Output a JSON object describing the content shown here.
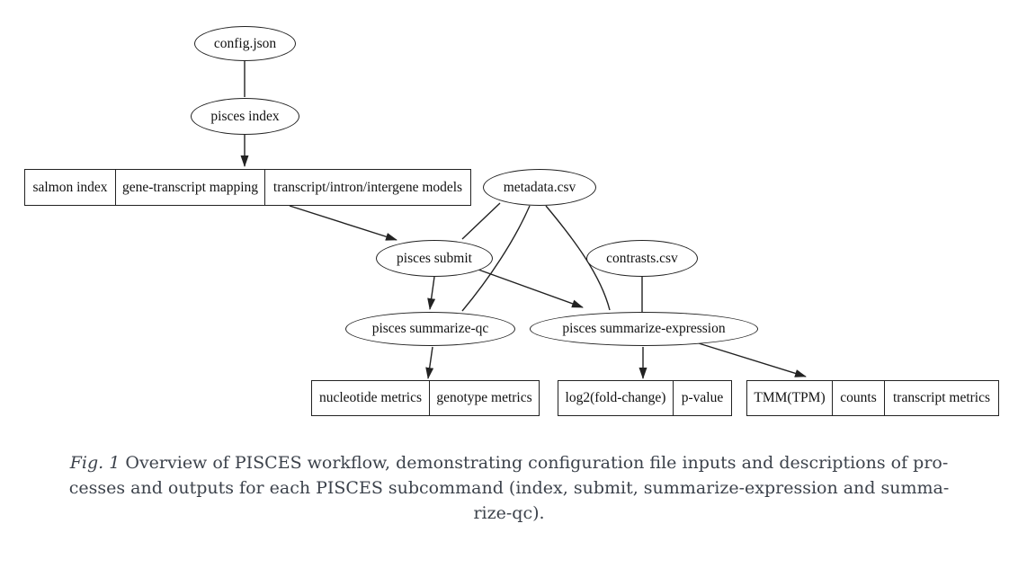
{
  "diagram": {
    "nodes": {
      "config_json": "config.json",
      "pisces_index": "pisces index",
      "metadata_csv": "metadata.csv",
      "pisces_submit": "pisces submit",
      "contrasts_csv": "contrasts.csv",
      "pisces_summarize_qc": "pisces summarize-qc",
      "pisces_summarize_expression": "pisces summarize-expression"
    },
    "records": {
      "index_outputs": [
        "salmon index",
        "gene-transcript mapping",
        "transcript/intron/intergene models"
      ],
      "qc_outputs": [
        "nucleotide metrics",
        "genotype metrics"
      ],
      "expression_stats_outputs": [
        "log2(fold-change)",
        "p-value"
      ],
      "expression_matrix_outputs": [
        "TMM(TPM)",
        "counts",
        "transcript metrics"
      ]
    },
    "colors": {
      "stroke": "#222222",
      "node_text": "#111111",
      "background": "#ffffff"
    }
  },
  "caption": {
    "fig_label": "Fig. 1",
    "line1_rest": " Overview of PISCES workflow, demonstrating configuration file inputs and descriptions of pro-",
    "line2": "cesses and outputs for each PISCES subcommand (index, submit, summarize-expression and summa-",
    "line3": "rize-qc).",
    "text_color": "#3c424b"
  }
}
